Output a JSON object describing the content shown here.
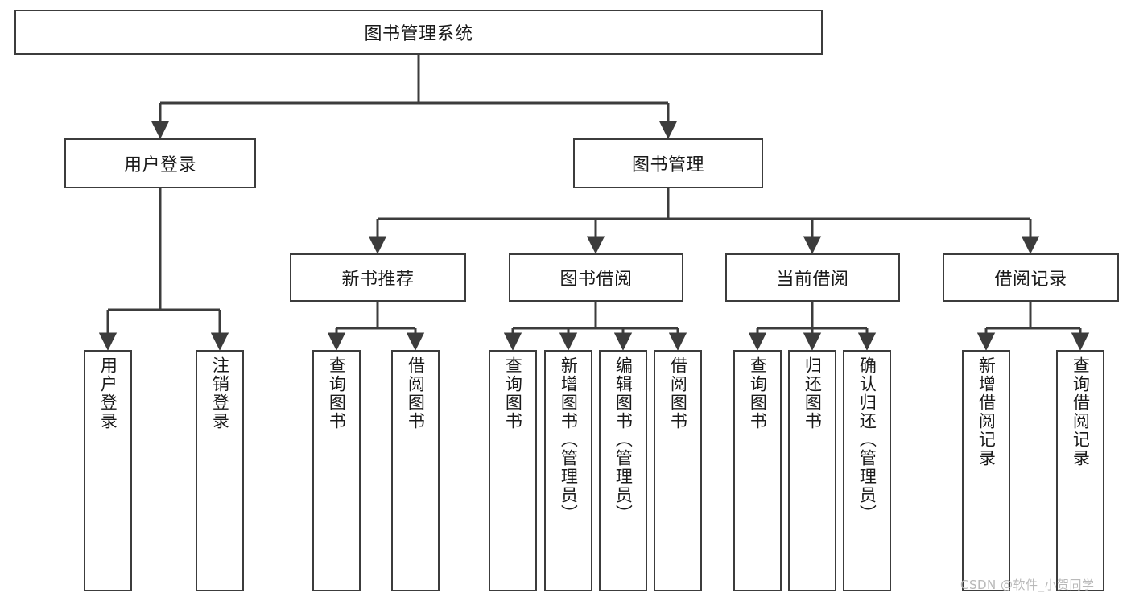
{
  "diagram": {
    "type": "tree-hierarchy",
    "title": "图书管理系统",
    "root": {
      "label": "图书管理系统"
    },
    "level1": [
      {
        "id": "user-login",
        "label": "用户登录"
      },
      {
        "id": "book-management",
        "label": "图书管理"
      }
    ],
    "level2": [
      {
        "id": "new-book-recommend",
        "label": "新书推荐",
        "parent": "book-management"
      },
      {
        "id": "book-borrow",
        "label": "图书借阅",
        "parent": "book-management"
      },
      {
        "id": "current-borrow",
        "label": "当前借阅",
        "parent": "book-management"
      },
      {
        "id": "borrow-record",
        "label": "借阅记录",
        "parent": "book-management"
      }
    ],
    "leaves": [
      {
        "id": "leaf-user-login",
        "label": "用户登录",
        "parent": "user-login"
      },
      {
        "id": "leaf-logout",
        "label": "注销登录",
        "parent": "user-login"
      },
      {
        "id": "leaf-query-book-1",
        "label": "查询图书",
        "parent": "new-book-recommend"
      },
      {
        "id": "leaf-borrow-book-1",
        "label": "借阅图书",
        "parent": "new-book-recommend"
      },
      {
        "id": "leaf-query-book-2",
        "label": "查询图书",
        "parent": "book-borrow"
      },
      {
        "id": "leaf-add-book",
        "label": "新增图书（管理员）",
        "parent": "book-borrow"
      },
      {
        "id": "leaf-edit-book",
        "label": "编辑图书（管理员）",
        "parent": "book-borrow"
      },
      {
        "id": "leaf-borrow-book-2",
        "label": "借阅图书",
        "parent": "book-borrow"
      },
      {
        "id": "leaf-query-book-3",
        "label": "查询图书",
        "parent": "current-borrow"
      },
      {
        "id": "leaf-return-book",
        "label": "归还图书",
        "parent": "current-borrow"
      },
      {
        "id": "leaf-confirm-return",
        "label": "确认归还（管理员）",
        "parent": "current-borrow"
      },
      {
        "id": "leaf-add-record",
        "label": "新增借阅记录",
        "parent": "borrow-record"
      },
      {
        "id": "leaf-query-record",
        "label": "查询借阅记录",
        "parent": "borrow-record"
      }
    ],
    "watermark": "CSDN @软件_小贺同学",
    "colors": {
      "stroke": "#3c3c3c",
      "fill": "#ffffff",
      "text": "#1a1a1a",
      "watermark": "#b9b9b9"
    }
  }
}
